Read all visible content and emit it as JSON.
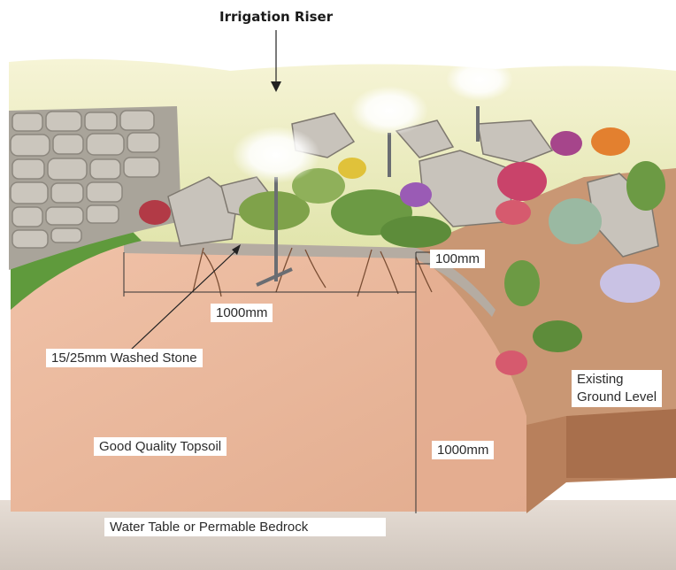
{
  "labels": {
    "irrigation_riser": "Irrigation Riser",
    "depth_top": "100mm",
    "width_1000": "1000mm",
    "washed_stone": "15/25mm Washed Stone",
    "topsoil": "Good Quality Topsoil",
    "depth_1000": "1000mm",
    "existing_ground_line1": "Existing",
    "existing_ground_line2": "Ground Level",
    "water_table": "Water Table or Permable Bedrock"
  },
  "colors": {
    "topsoil": "#e9b79c",
    "topsoil_edge": "#d9a488",
    "ground_right": "#c48b66",
    "grass": "#5f9a3c",
    "sky_wash": "#eef0c8",
    "stone_wall": "#b7b2a8",
    "bedrock": "#dcd3cb",
    "stone_layer": "#b9b0a6"
  }
}
